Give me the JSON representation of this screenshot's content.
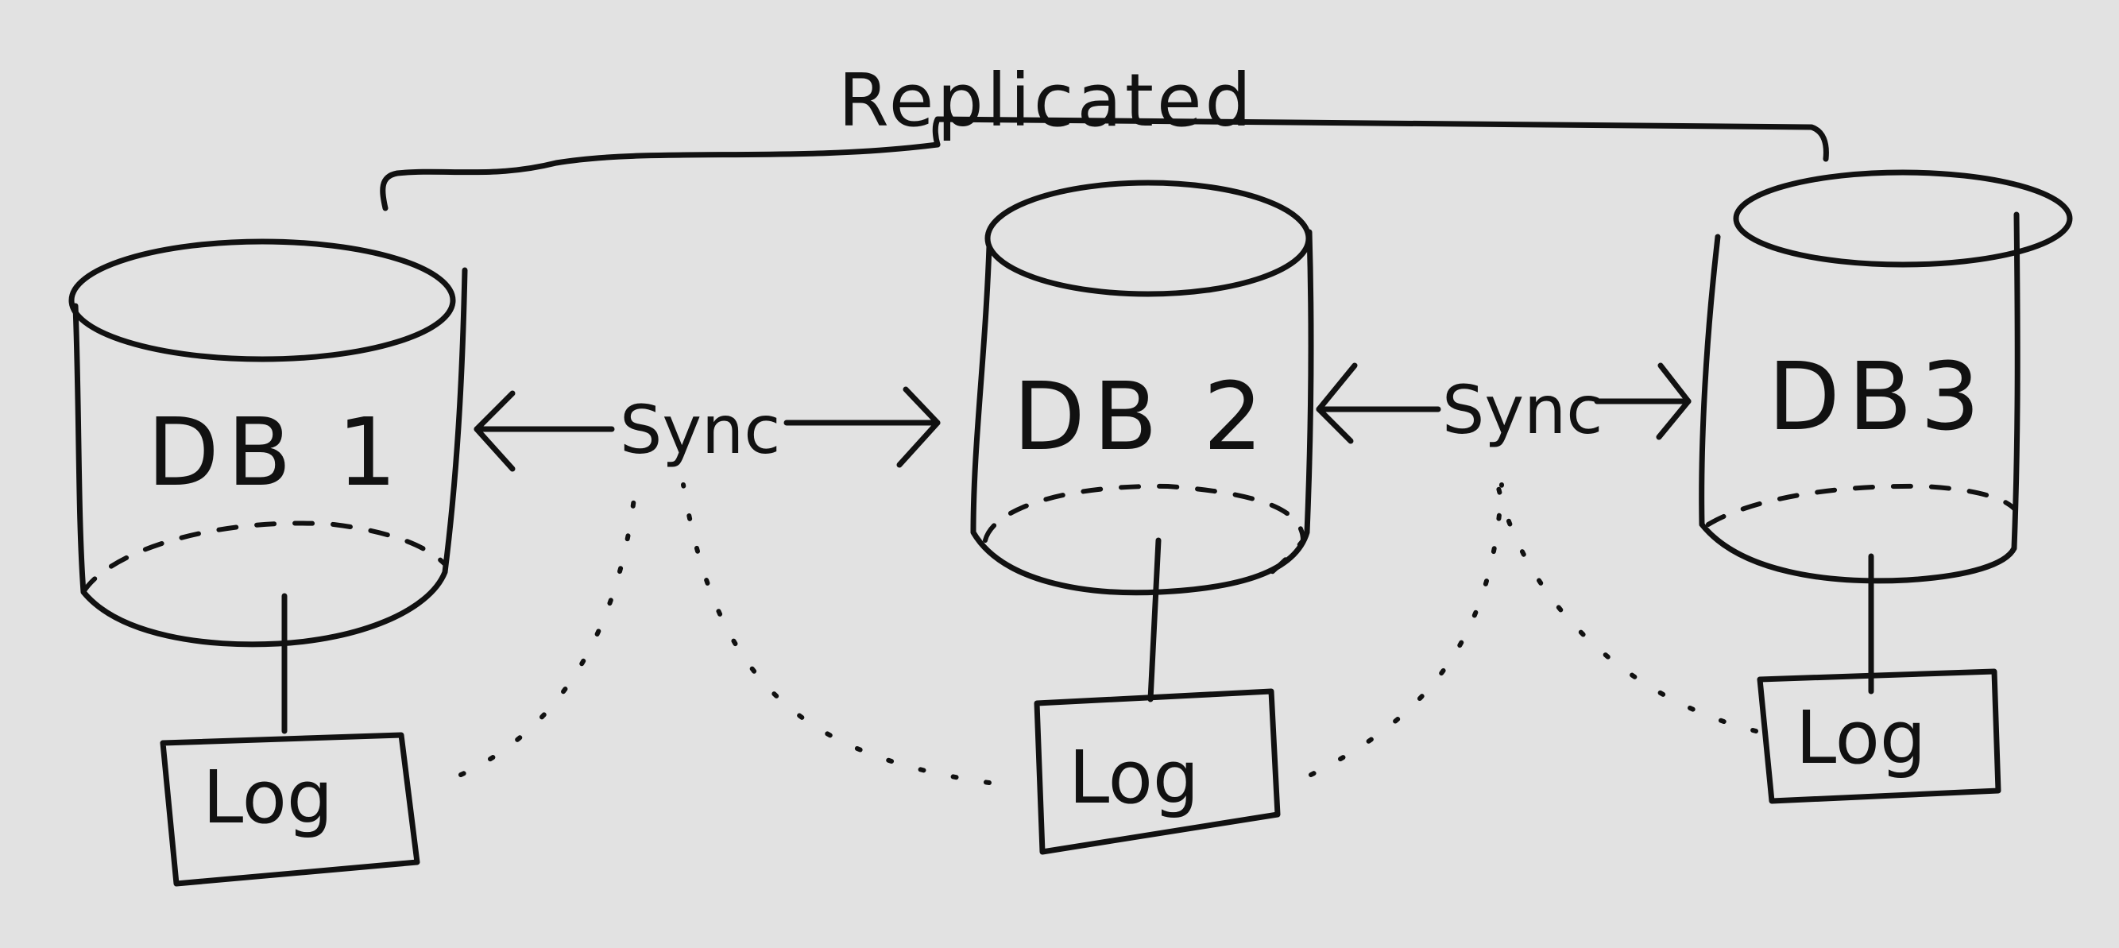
{
  "title": "Replicated",
  "databases": [
    {
      "label": "DB 1",
      "log_label": "Log"
    },
    {
      "label": "DB 2",
      "log_label": "Log"
    },
    {
      "label": "DB3",
      "log_label": "Log"
    }
  ],
  "sync_labels": [
    "Sync",
    "Sync"
  ],
  "colors": {
    "background": "#e2e2e2",
    "ink": "#111111"
  }
}
